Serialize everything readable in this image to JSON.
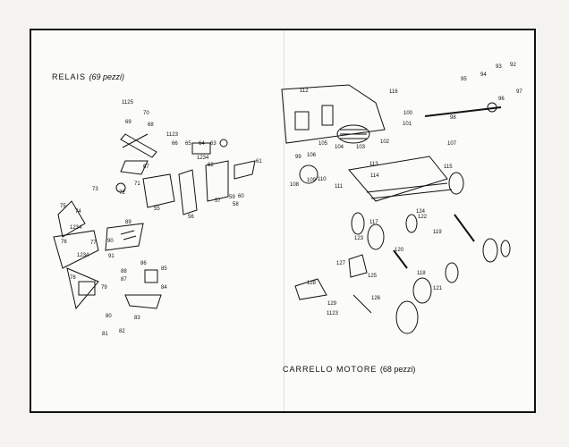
{
  "titles": {
    "left_main": "RELAIS",
    "left_count": "(69 pezzi)",
    "right_main": "CARRELLO MOTORE",
    "right_count": "(68 pezzi)"
  },
  "colors": {
    "ink": "#111111",
    "paper": "#fbfbf9",
    "border": "#111111"
  },
  "labels": [
    "1125",
    "70",
    "69",
    "68",
    "67",
    "1123",
    "66",
    "65",
    "64",
    "63",
    "1234",
    "62",
    "72",
    "73",
    "71",
    "61",
    "60",
    "59",
    "58",
    "57",
    "56",
    "55",
    "75",
    "74",
    "76",
    "1234",
    "77",
    "89",
    "90",
    "91",
    "1234",
    "78",
    "79",
    "88",
    "87",
    "86",
    "85",
    "84",
    "83",
    "80",
    "81",
    "82",
    "112",
    "116",
    "95",
    "94",
    "93",
    "92",
    "97",
    "96",
    "98",
    "99",
    "100",
    "101",
    "102",
    "103",
    "104",
    "105",
    "106",
    "107",
    "108",
    "109",
    "110",
    "111",
    "113",
    "114",
    "115",
    "117",
    "118",
    "119",
    "120",
    "121",
    "122",
    "123",
    "124",
    "125",
    "126",
    "127",
    "128",
    "129",
    "1123"
  ]
}
